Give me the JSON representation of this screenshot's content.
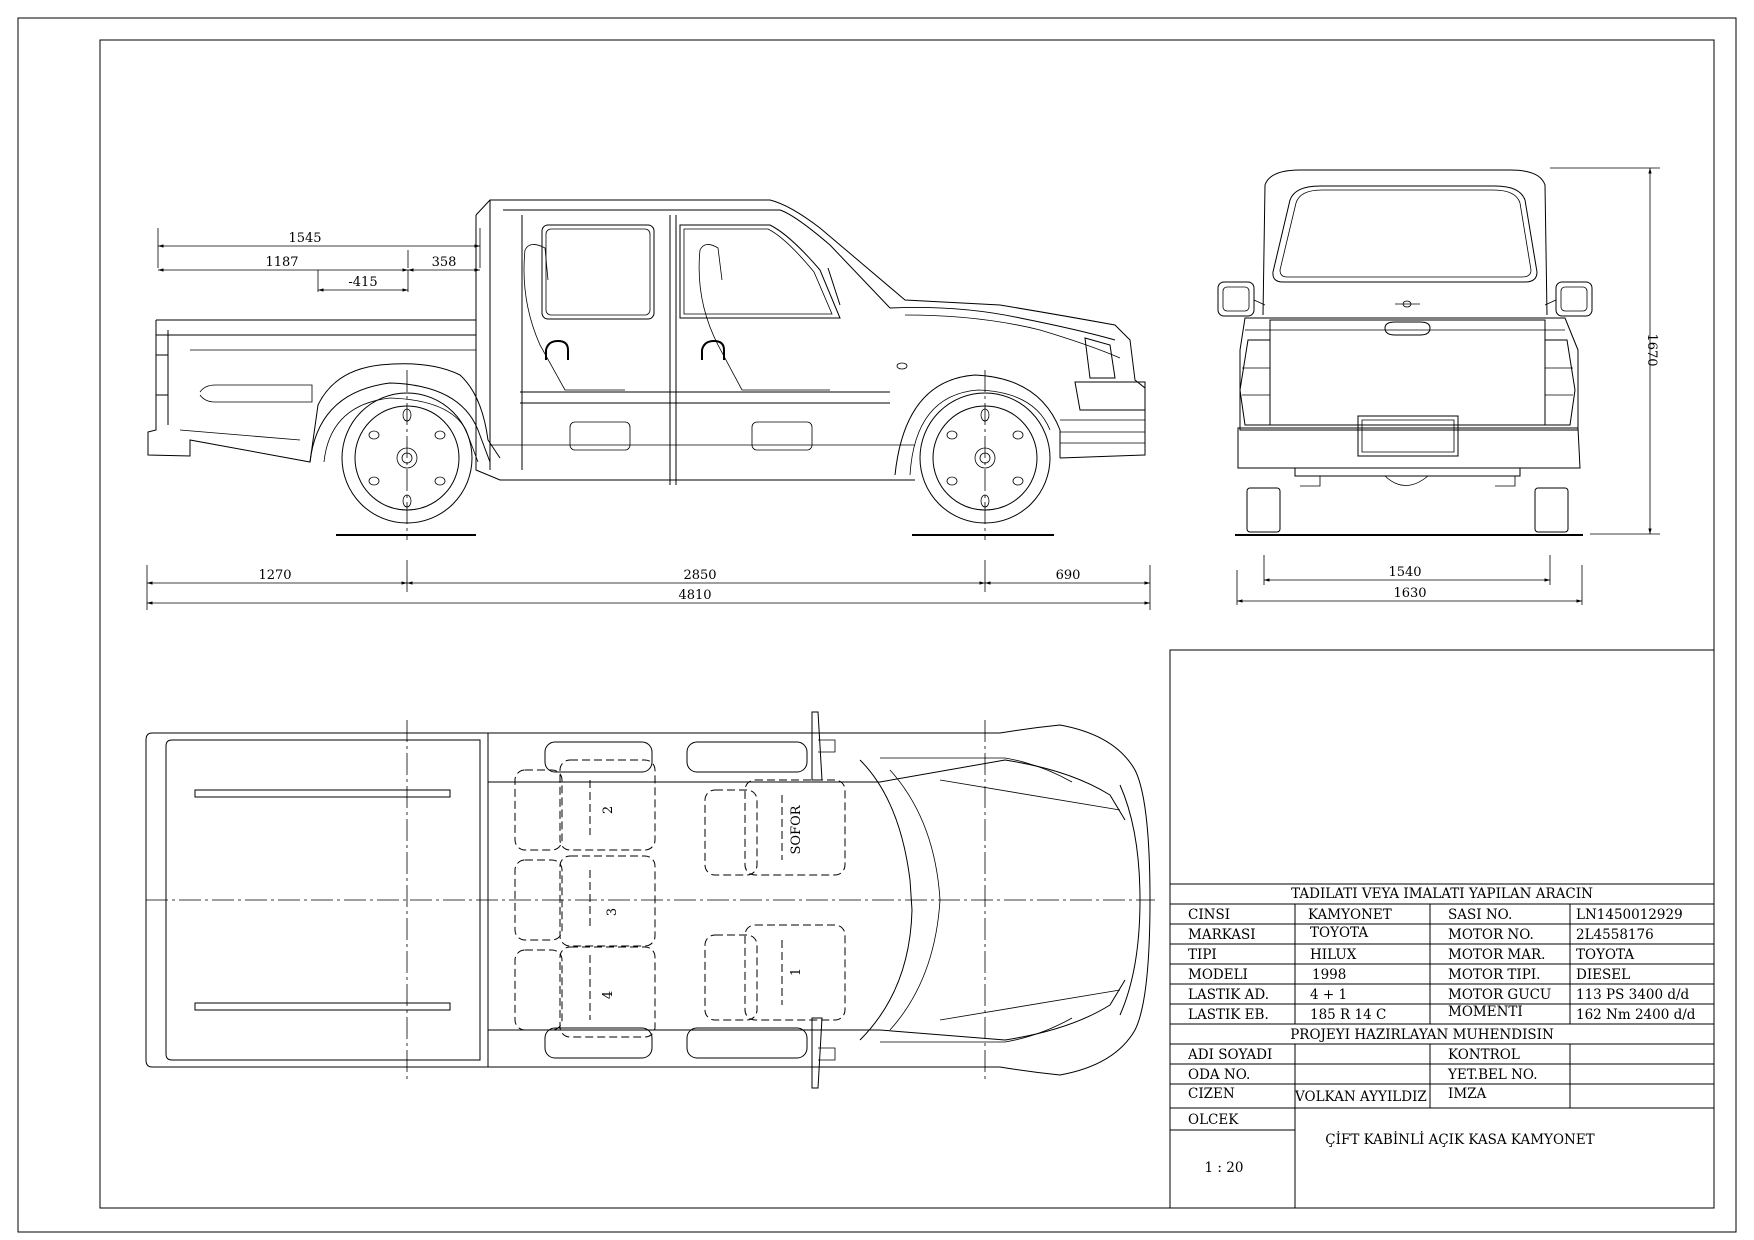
{
  "side_view": {
    "dims_top": [
      "1545",
      "1187",
      "358",
      "-415"
    ],
    "dims_bottom": [
      "1270",
      "2850",
      "690",
      "4810"
    ]
  },
  "rear_view": {
    "width_dims": [
      "1540",
      "1630"
    ],
    "height_dim": "1670"
  },
  "top_view": {
    "seats": [
      "SOFOR",
      "1",
      "2",
      "3",
      "4"
    ]
  },
  "title_block": {
    "header": "TADILATI VEYA IMALATI YAPILAN ARACIN",
    "rows": [
      {
        "l1": "CINSI",
        "v1": "KAMYONET",
        "l2": "SASI NO.",
        "v2": "LN1450012929"
      },
      {
        "l1": "MARKASI",
        "v1": "TOYOTA",
        "l2": "MOTOR NO.",
        "v2": "2L4558176"
      },
      {
        "l1": "TIPI",
        "v1": "HILUX",
        "l2": "MOTOR MAR.",
        "v2": "TOYOTA"
      },
      {
        "l1": "MODELI",
        "v1": "1998",
        "l2": "MOTOR TIPI.",
        "v2": "DIESEL"
      },
      {
        "l1": "LASTIK AD.",
        "v1": "4 + 1",
        "l2": "MOTOR GUCU",
        "v2": "113 PS 3400 d/d"
      },
      {
        "l1": "LASTIK EB.",
        "v1": "185 R 14 C",
        "l2": "MOMENTI",
        "v2": "162 Nm  2400 d/d"
      }
    ],
    "engineer_header": "PROJEYI HAZIRLAYAN MUHENDISIN",
    "eng_rows": [
      {
        "l1": "ADI SOYADI",
        "v1": "",
        "l2": "KONTROL",
        "v2": ""
      },
      {
        "l1": "ODA NO.",
        "v1": "",
        "l2": "YET.BEL NO.",
        "v2": ""
      },
      {
        "l1": "CIZEN",
        "v1": "VOLKAN AYYILDIZ",
        "l2": "IMZA",
        "v2": ""
      }
    ],
    "olcek_label": "OLCEK",
    "scale": "1 : 20",
    "drawing_title": "ÇİFT KABİNLİ AÇIK KASA KAMYONET"
  }
}
